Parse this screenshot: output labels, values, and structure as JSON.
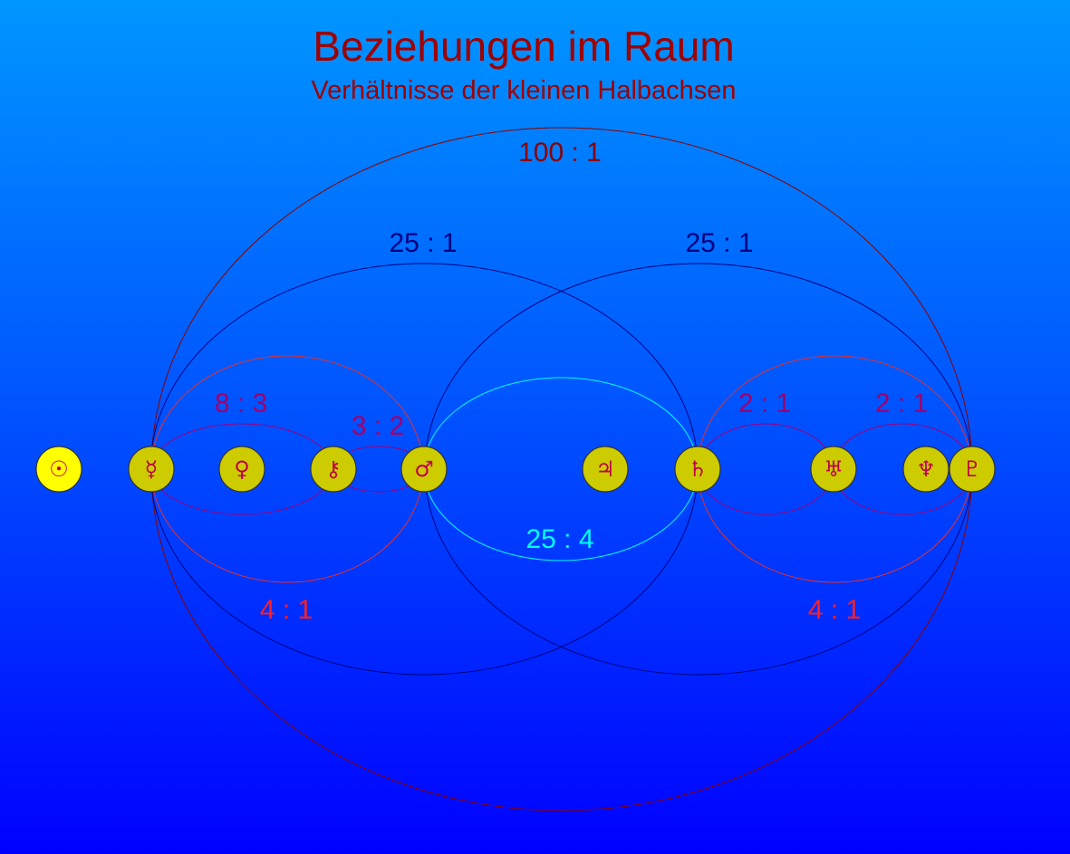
{
  "title": "Beziehungen im Raum",
  "subtitle": "Verhältnisse der kleinen Halbachsen",
  "colors": {
    "title": "#a00000",
    "ratio_100_1": "#8b0000",
    "ratio_25_1": "#000080",
    "ratio_small": "#a0006a",
    "ratio_4_1": "#ff2020",
    "ratio_25_4": "#00ffff",
    "planet_fill": "#cccc00",
    "sun_fill": "#ffff00",
    "symbol": "#c0004a"
  },
  "bodies": [
    {
      "name": "sun",
      "symbol": "☉"
    },
    {
      "name": "mercury",
      "symbol": "☿"
    },
    {
      "name": "venus",
      "symbol": "♀"
    },
    {
      "name": "chiron",
      "symbol": "⚷"
    },
    {
      "name": "mars",
      "symbol": "♂"
    },
    {
      "name": "jupiter",
      "symbol": "♃"
    },
    {
      "name": "saturn",
      "symbol": "♄"
    },
    {
      "name": "uranus",
      "symbol": "♅"
    },
    {
      "name": "neptune",
      "symbol": "♆"
    },
    {
      "name": "pluto",
      "symbol": "♇"
    }
  ],
  "ratios": {
    "outer": "100 : 1",
    "left_big": "25 : 1",
    "right_big": "25 : 1",
    "mercury_chiron": "8 : 3",
    "chiron_mars": "3 : 2",
    "mars_saturn": "25 : 4",
    "mercury_mars": "4 : 1",
    "saturn_uranus": "2 : 1",
    "uranus_pluto": "2 : 1",
    "saturn_pluto": "4 : 1"
  }
}
